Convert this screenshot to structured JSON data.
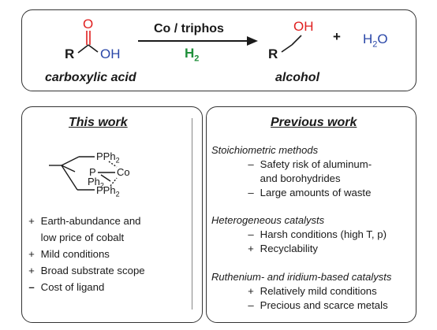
{
  "reaction": {
    "reactant": {
      "r": "R",
      "o": "O",
      "oh": "OH"
    },
    "reactant_label": "carboxylic acid",
    "catalyst": "Co / triphos",
    "reagent": "H",
    "reagent_sub": "2",
    "product": {
      "r": "R",
      "oh": "OH"
    },
    "product_label": "alcohol",
    "plus": "+",
    "water": "H",
    "water_sub": "2",
    "water_o": "O"
  },
  "this_work": {
    "title": "This work",
    "complex": {
      "pph2_top": "PPh",
      "pph2_top_sub": "2",
      "p": "P",
      "co": "Co",
      "ph2": "Ph",
      "ph2_sub": "2",
      "pph2_bot": "PPh",
      "pph2_bot_sub": "2"
    },
    "items": [
      {
        "sign": "+",
        "text": "Earth-abundance and"
      },
      {
        "sign": "",
        "text": "low price of cobalt"
      },
      {
        "sign": "+",
        "text": "Mild conditions"
      },
      {
        "sign": "+",
        "text": "Broad substrate scope"
      },
      {
        "sign": "–",
        "text": "Cost of ligand"
      }
    ]
  },
  "previous_work": {
    "title": "Previous work",
    "sections": [
      {
        "head": "Stoichiometric methods",
        "items": [
          {
            "sign": "–",
            "text": "Safety risk of aluminum-"
          },
          {
            "sign": "",
            "text": "and borohydrides"
          },
          {
            "sign": "–",
            "text": "Large amounts of waste"
          }
        ]
      },
      {
        "head": "Heterogeneous catalysts",
        "items": [
          {
            "sign": "–",
            "text": "Harsh conditions (high T, p)"
          },
          {
            "sign": "+",
            "text": "Recyclability"
          }
        ]
      },
      {
        "head": "Ruthenium- and iridium-based catalysts",
        "items": [
          {
            "sign": "+",
            "text": "Relatively mild conditions"
          },
          {
            "sign": "–",
            "text": "Precious and scarce metals"
          }
        ]
      }
    ]
  },
  "colors": {
    "oxygen": "#e02020",
    "hydrogen_gas": "#1f8f3a",
    "water": "#2a47a8"
  }
}
